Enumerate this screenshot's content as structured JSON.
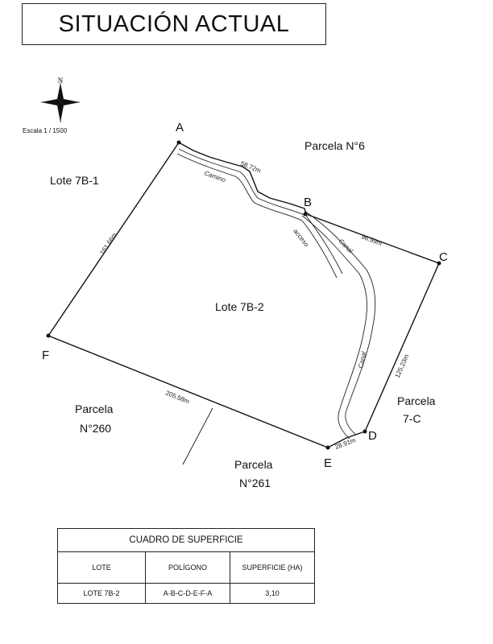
{
  "title": "SITUACIÓN ACTUAL",
  "scale": "Escala 1 / 1500",
  "north_label": "N",
  "vertices": {
    "A": "A",
    "B": "B",
    "C": "C",
    "D": "D",
    "E": "E",
    "F": "F"
  },
  "distances": {
    "ab": "58.72m",
    "bc": "96.99m",
    "cd": "125.23m",
    "de": "28.91m",
    "ef": "205.58m",
    "fa": "161.66m"
  },
  "road_labels": {
    "camino": "Camino",
    "acceso": "acceso",
    "canal_1": "Canal",
    "canal_2": "Canal"
  },
  "areas": {
    "lote_7b1": "Lote 7B-1",
    "lote_7b2": "Lote 7B-2",
    "parcela_6": "Parcela N°6",
    "parcela_7c_1": "Parcela",
    "parcela_7c_2": "7-C",
    "parcela_260_1": "Parcela",
    "parcela_260_2": "N°260",
    "parcela_261_1": "Parcela",
    "parcela_261_2": "N°261"
  },
  "table": {
    "title": "CUADRO DE SUPERFICIE",
    "headers": [
      "LOTE",
      "POLÍGONO",
      "SUPERFICIE (HA)"
    ],
    "rows": [
      [
        "LOTE 7B-2",
        "A-B-C-D-E-F-A",
        "3,10"
      ]
    ]
  }
}
